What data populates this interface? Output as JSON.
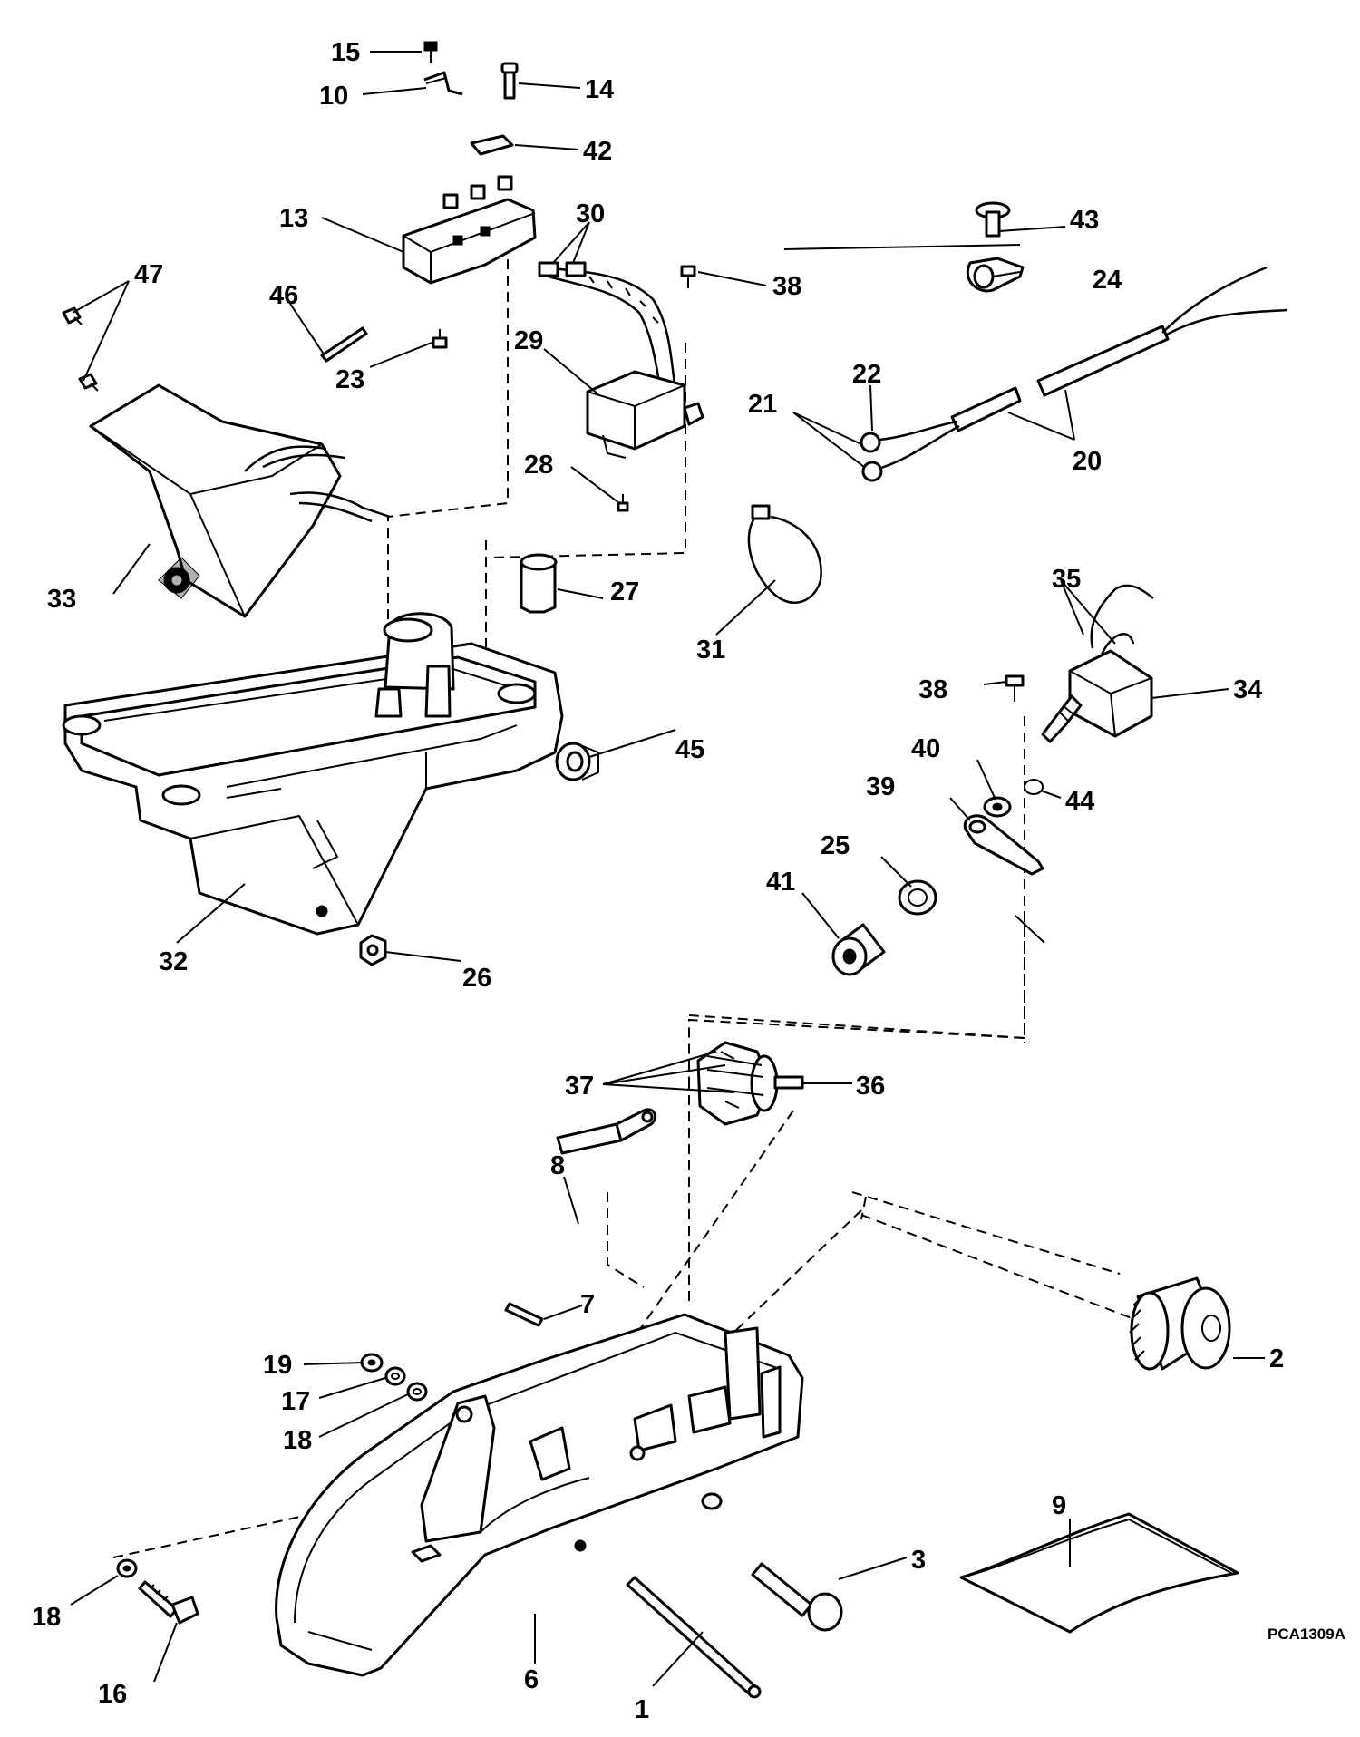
{
  "figure_code": "PCA1309A",
  "labels": {
    "p1": "1",
    "p2": "2",
    "p3": "3",
    "p6": "6",
    "p7": "7",
    "p8": "8",
    "p9": "9",
    "p10": "10",
    "p13": "13",
    "p14": "14",
    "p15": "15",
    "p16": "16",
    "p17": "17",
    "p18a": "18",
    "p18b": "18",
    "p19": "19",
    "p20": "20",
    "p21": "21",
    "p22": "22",
    "p23": "23",
    "p24": "24",
    "p25": "25",
    "p26": "26",
    "p27": "27",
    "p28": "28",
    "p29": "29",
    "p30": "30",
    "p31": "31",
    "p32": "32",
    "p33": "33",
    "p34": "34",
    "p35": "35",
    "p36": "36",
    "p37": "37",
    "p38a": "38",
    "p38b": "38",
    "p39": "39",
    "p40": "40",
    "p41": "41",
    "p42": "42",
    "p43": "43",
    "p44": "44",
    "p45": "45",
    "p46": "46",
    "p47": "47"
  }
}
